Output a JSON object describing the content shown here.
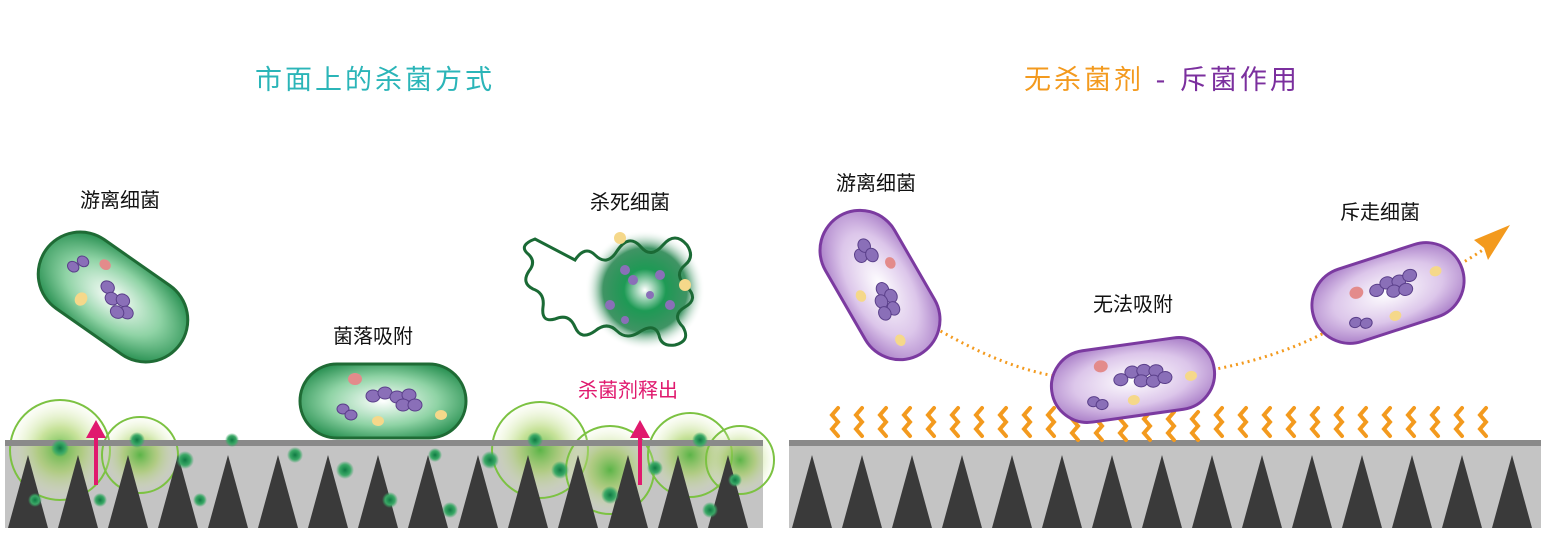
{
  "left_panel": {
    "title": "市面上的杀菌方式",
    "labels": {
      "floating": "游离细菌",
      "attached": "菌落吸附",
      "killed": "杀死细菌",
      "release": "杀菌剂释出"
    }
  },
  "right_panel": {
    "title_part1": "无杀菌剂",
    "title_sep": " - ",
    "title_part2": "斥菌作用",
    "labels": {
      "floating": "游离细菌",
      "cannot_attach": "无法吸附",
      "repelled": "斥走细菌"
    }
  },
  "colors": {
    "left_title": "#2bb5b8",
    "right_title_orange": "#f39a1e",
    "right_title_purple": "#7b2f9e",
    "release_label": "#e0196e",
    "green_bacteria": "#2e8a46",
    "purple_bacteria": "#7b3aa0",
    "orange_brush": "#f39a1e",
    "surface_grey": "#c4c4c4",
    "spike_dark": "#3a3a3a"
  }
}
